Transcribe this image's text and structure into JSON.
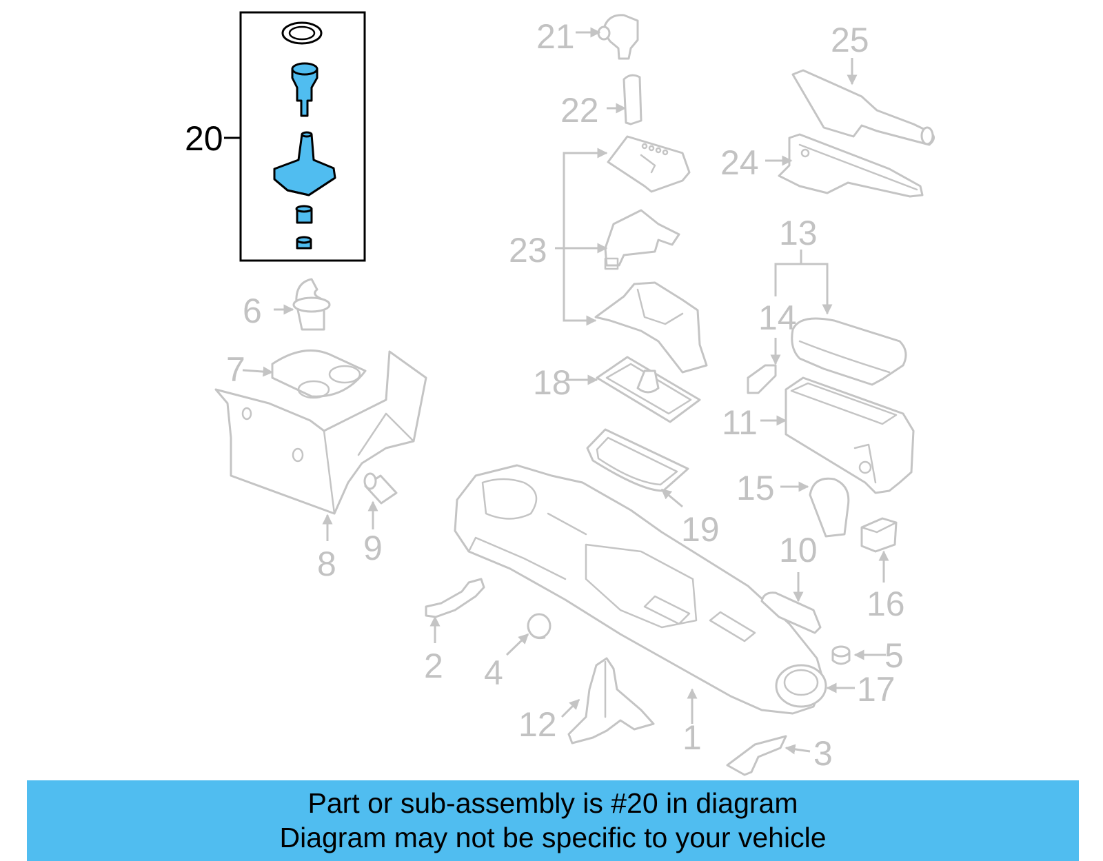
{
  "diagram": {
    "highlight_color": "#50bdf0",
    "ghost_color": "#c4c4c4",
    "highlighted_part": "20",
    "callouts": {
      "c1": "1",
      "c2": "2",
      "c3": "3",
      "c4": "4",
      "c5": "5",
      "c6": "6",
      "c7": "7",
      "c8": "8",
      "c9": "9",
      "c10": "10",
      "c11": "11",
      "c12": "12",
      "c13": "13",
      "c14": "14",
      "c15": "15",
      "c16": "16",
      "c17": "17",
      "c18": "18",
      "c19": "19",
      "c20": "20",
      "c21": "21",
      "c22": "22",
      "c23": "23",
      "c24": "24",
      "c25": "25"
    }
  },
  "footer": {
    "line1": "Part or sub-assembly is #20 in diagram",
    "line2": "Diagram may not be specific to your vehicle"
  }
}
